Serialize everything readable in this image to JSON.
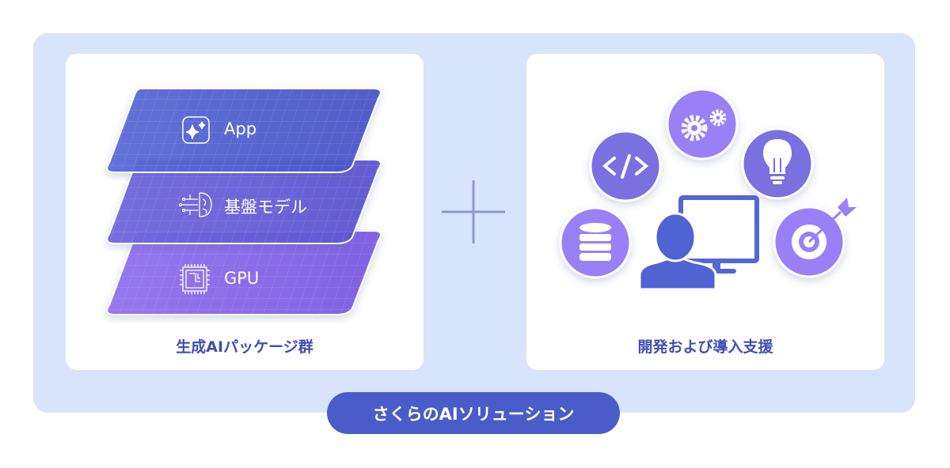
{
  "left_card": {
    "caption": "生成AIパッケージ群",
    "layers": [
      {
        "label": "App",
        "icon": "sparkle-icon"
      },
      {
        "label": "基盤モデル",
        "icon": "brain-icon"
      },
      {
        "label": "GPU",
        "icon": "chip-icon"
      }
    ]
  },
  "plus": "plus-icon",
  "right_card": {
    "caption": "開発および導入支援"
  },
  "footer": {
    "label": "さくらのAIソリューション"
  },
  "colors": {
    "panel": "#d8e4fc",
    "accent": "#4a5cc8",
    "circle_dark": "#7a6fe0",
    "circle_light": "#9a80f6",
    "person": "#4f63d2"
  }
}
